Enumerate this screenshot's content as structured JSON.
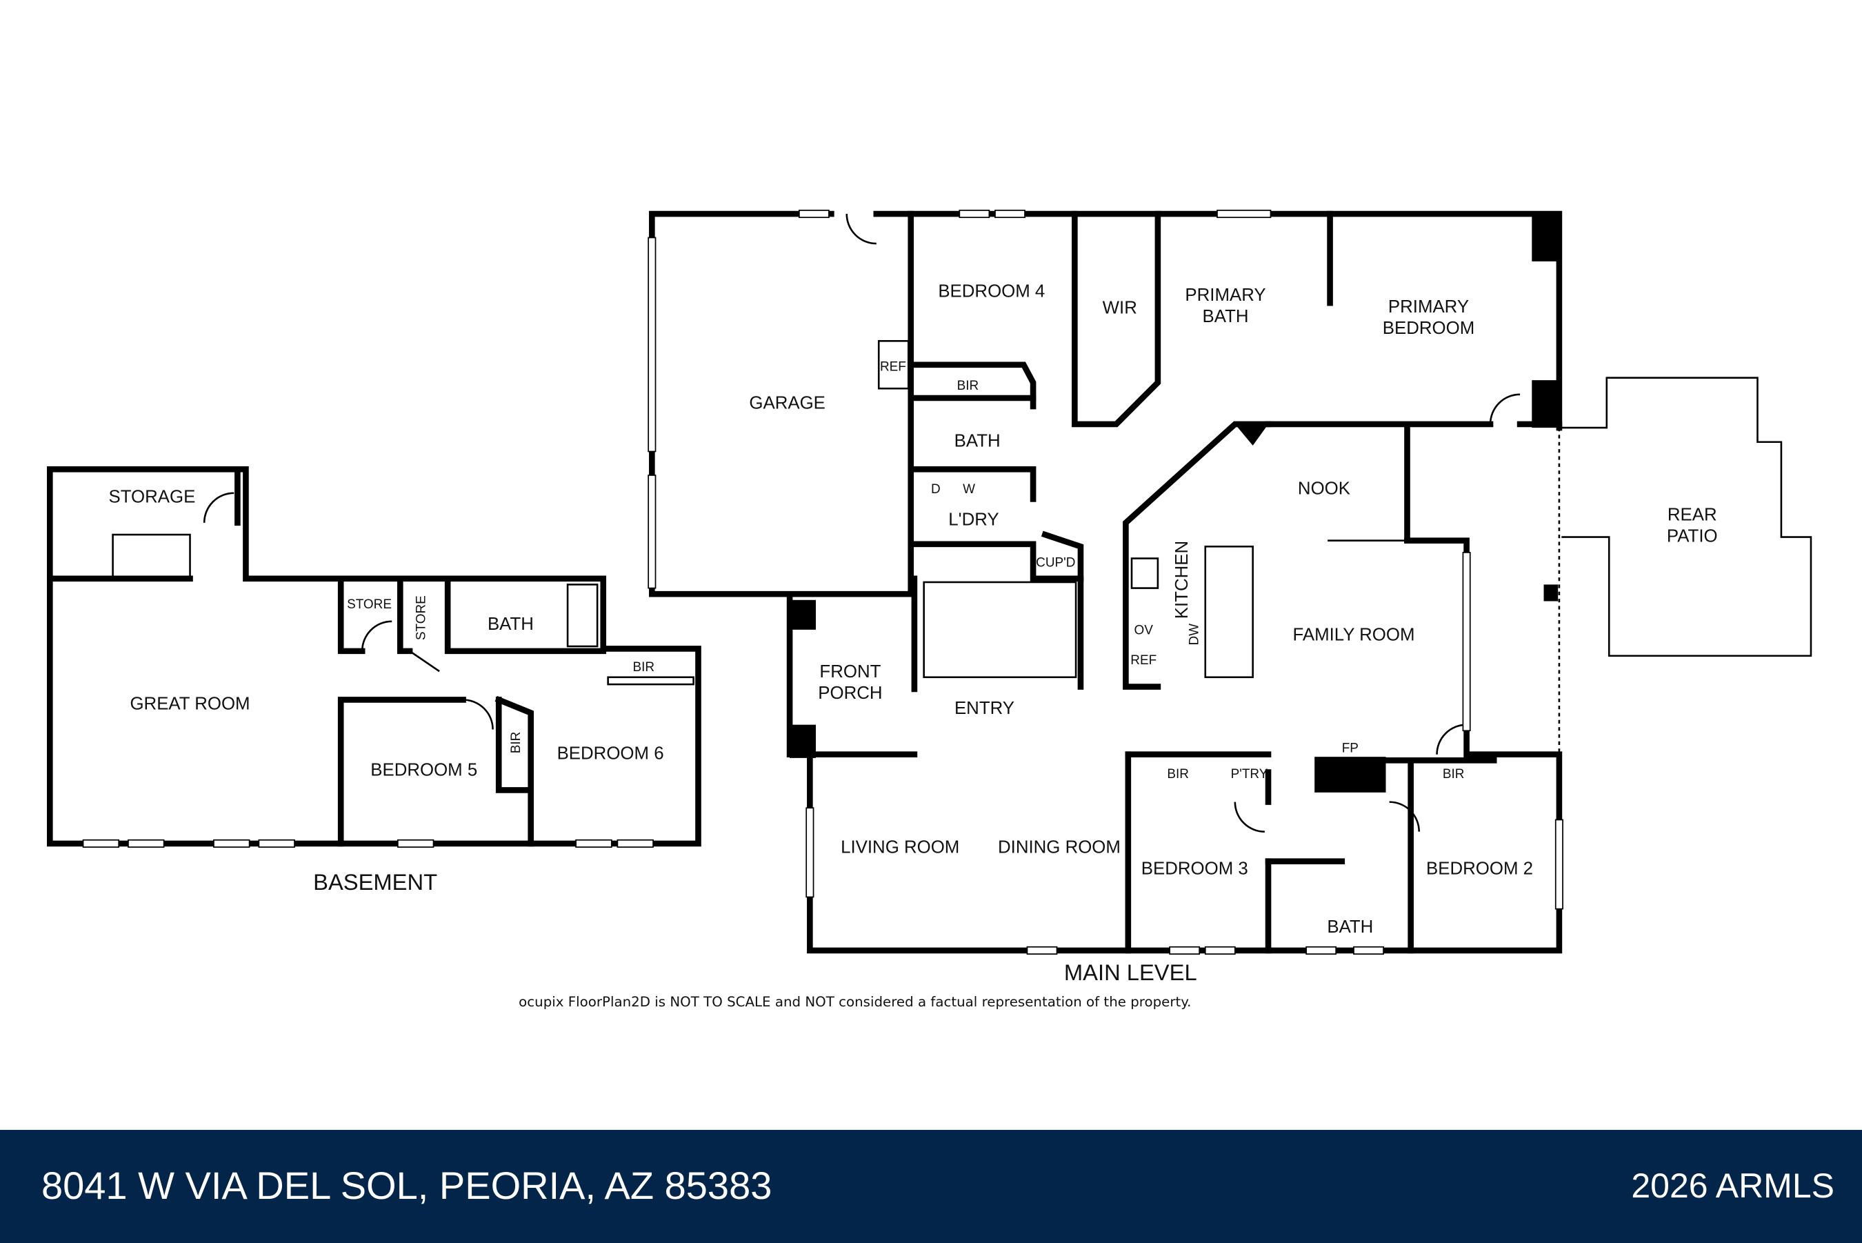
{
  "basement": {
    "level_label": "BASEMENT",
    "rooms": {
      "storage": "STORAGE",
      "great_room": "GREAT ROOM",
      "store1": "STORE",
      "store2": "STORE",
      "bath": "BATH",
      "bir1": "BIR",
      "bir2": "BIR",
      "bedroom5": "BEDROOM 5",
      "bedroom6": "BEDROOM 6"
    }
  },
  "main": {
    "level_label": "MAIN LEVEL",
    "rooms": {
      "garage": "GARAGE",
      "ref_garage": "REF",
      "bedroom4": "BEDROOM 4",
      "bir4": "BIR",
      "bath4": "BATH",
      "laundry": "L'DRY",
      "dryer": "D",
      "washer": "W",
      "cupd": "CUP'D",
      "wir": "WIR",
      "primary_bath_1": "PRIMARY",
      "primary_bath_2": "BATH",
      "primary_bed_1": "PRIMARY",
      "primary_bed_2": "BEDROOM",
      "nook": "NOOK",
      "kitchen": "KITCHEN",
      "ov": "OV",
      "ref": "REF",
      "dw": "DW",
      "family_room": "FAMILY ROOM",
      "rear_patio_1": "REAR",
      "rear_patio_2": "PATIO",
      "front_porch_1": "FRONT",
      "front_porch_2": "PORCH",
      "entry": "ENTRY",
      "living_room": "LIVING ROOM",
      "dining_room": "DINING ROOM",
      "bedroom3": "BEDROOM 3",
      "bir3": "BIR",
      "pantry": "P'TRY",
      "fp": "FP",
      "bir2": "BIR",
      "bedroom2": "BEDROOM 2",
      "bath2": "BATH"
    }
  },
  "disclaimer": "ocupix FloorPlan2D is NOT TO SCALE and NOT considered a factual representation of the property.",
  "footer": {
    "address": "8041 W VIA DEL SOL, PEORIA, AZ 85383",
    "copyright": "2026 ARMLS",
    "background_color": "#03254a"
  }
}
